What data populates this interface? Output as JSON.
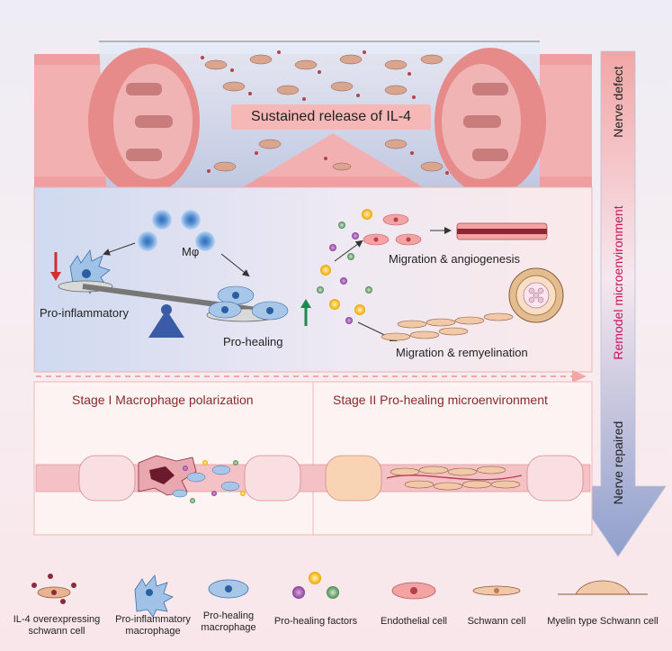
{
  "banner": "Sustained release of IL-4",
  "macrophage_label": "Mφ",
  "pro_inflammatory": "Pro-inflammatory",
  "pro_healing": "Pro-healing",
  "migration_angio": "Migration & angiogenesis",
  "migration_remyel": "Migration & remyelination",
  "stage1": "Stage I    Macrophage polarization",
  "stage2": "Stage II  Pro-healing microenvironment",
  "side_labels": {
    "top": "Nerve defect",
    "middle": "Remodel microenvironment",
    "bottom": "Nerve repaired"
  },
  "colors": {
    "middle_label": "#c2185b",
    "stage_text": "#8b2a2a",
    "arrow_red": "#d32f2f",
    "arrow_green": "#1b8a4a"
  },
  "legend": [
    {
      "line1": "IL-4 overexpressing",
      "line2": "schwann cell"
    },
    {
      "line1": "Pro-inflammatory",
      "line2": "macrophage"
    },
    {
      "line1": "Pro-healing",
      "line2": "macrophage"
    },
    {
      "line1": "Pro-healing factors",
      "line2": ""
    },
    {
      "line1": "Endothelial cell",
      "line2": ""
    },
    {
      "line1": "Schwann cell",
      "line2": ""
    },
    {
      "line1": "Myelin type Schwann cell",
      "line2": ""
    }
  ]
}
